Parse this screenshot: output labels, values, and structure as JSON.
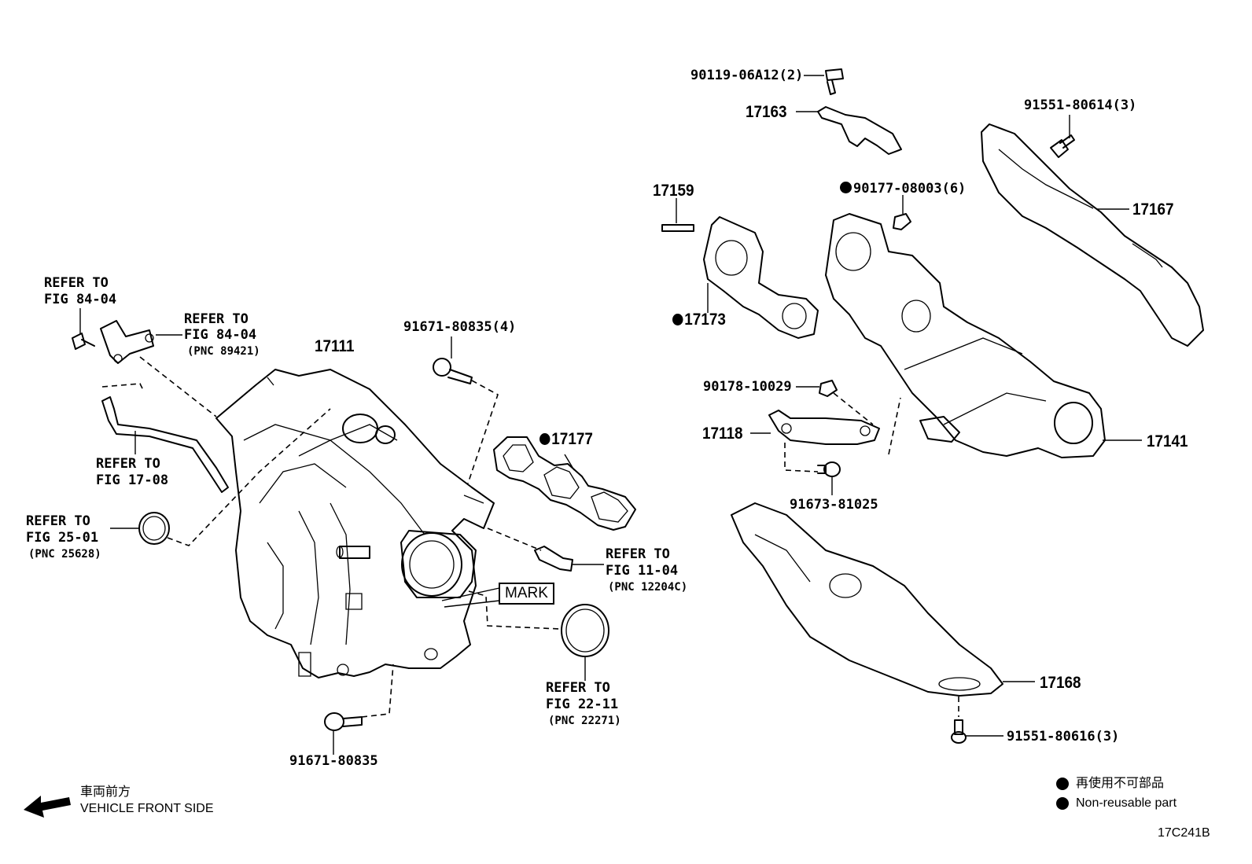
{
  "callouts": {
    "bolt_90119": "90119-06A12(2)",
    "p17163": "17163",
    "bolt_91551_80614": "91551-80614(3)",
    "p17159": "17159",
    "nut_90177": "90177-08003(6)",
    "p17167": "17167",
    "p17173": "17173",
    "nut_90178": "90178-10029",
    "p17118": "17118",
    "p17141": "17141",
    "bolt_91673": "91673-81025",
    "p17168": "17168",
    "bolt_91551_80616": "91551-80616(3)",
    "p17111": "17111",
    "bolt_91671_4": "91671-80835(4)",
    "p17177": "17177",
    "bolt_91671": "91671-80835",
    "mark": "MARK"
  },
  "references": {
    "ref1_l1": "REFER TO",
    "ref1_l2": "FIG 84-04",
    "ref2_l1": "REFER TO",
    "ref2_l2": "FIG 84-04",
    "ref2_pnc": "(PNC 89421)",
    "ref3_l1": "REFER TO",
    "ref3_l2": "FIG 17-08",
    "ref4_l1": "REFER TO",
    "ref4_l2": "FIG 25-01",
    "ref4_pnc": "(PNC 25628)",
    "ref5_l1": "REFER TO",
    "ref5_l2": "FIG 11-04",
    "ref5_pnc": "(PNC 12204C)",
    "ref6_l1": "REFER TO",
    "ref6_l2": "FIG 22-11",
    "ref6_pnc": "(PNC 22271)"
  },
  "legend": {
    "front_jp": "車両前方",
    "front_en": "VEHICLE FRONT SIDE",
    "nonreuse_jp": "再使用不可部品",
    "nonreuse_en": "Non-reusable part"
  },
  "figure_id": "17C241B"
}
